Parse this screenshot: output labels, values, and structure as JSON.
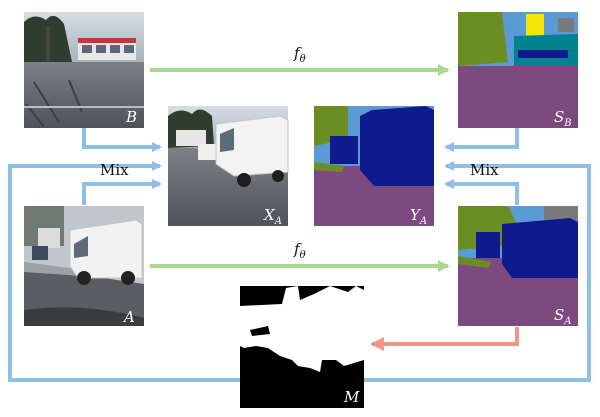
{
  "panels": {
    "B": {
      "label": "B",
      "sub": ""
    },
    "A": {
      "label": "A",
      "sub": ""
    },
    "XA": {
      "label": "X",
      "sub": "A"
    },
    "YA": {
      "label": "Y",
      "sub": "A"
    },
    "SB": {
      "label": "S",
      "sub": "B"
    },
    "SA": {
      "label": "S",
      "sub": "A"
    },
    "M": {
      "label": "M",
      "sub": ""
    }
  },
  "operators": {
    "mix_left": "Mix",
    "mix_right": "Mix",
    "f_top": "f",
    "f_bottom": "f",
    "f_sub": "θ"
  },
  "colors": {
    "blue_arrow": "#8ec0e6",
    "green_arrow": "#a9d88e",
    "red_arrow": "#f0958a",
    "seg_purple": "#7d4a80",
    "seg_navy": "#0f1a8c",
    "seg_olive": "#6b8e23",
    "seg_teal": "#00838f",
    "seg_gray": "#7a7a7a",
    "seg_sky": "#5b9bd5",
    "seg_yellow": "#f4e50a"
  }
}
